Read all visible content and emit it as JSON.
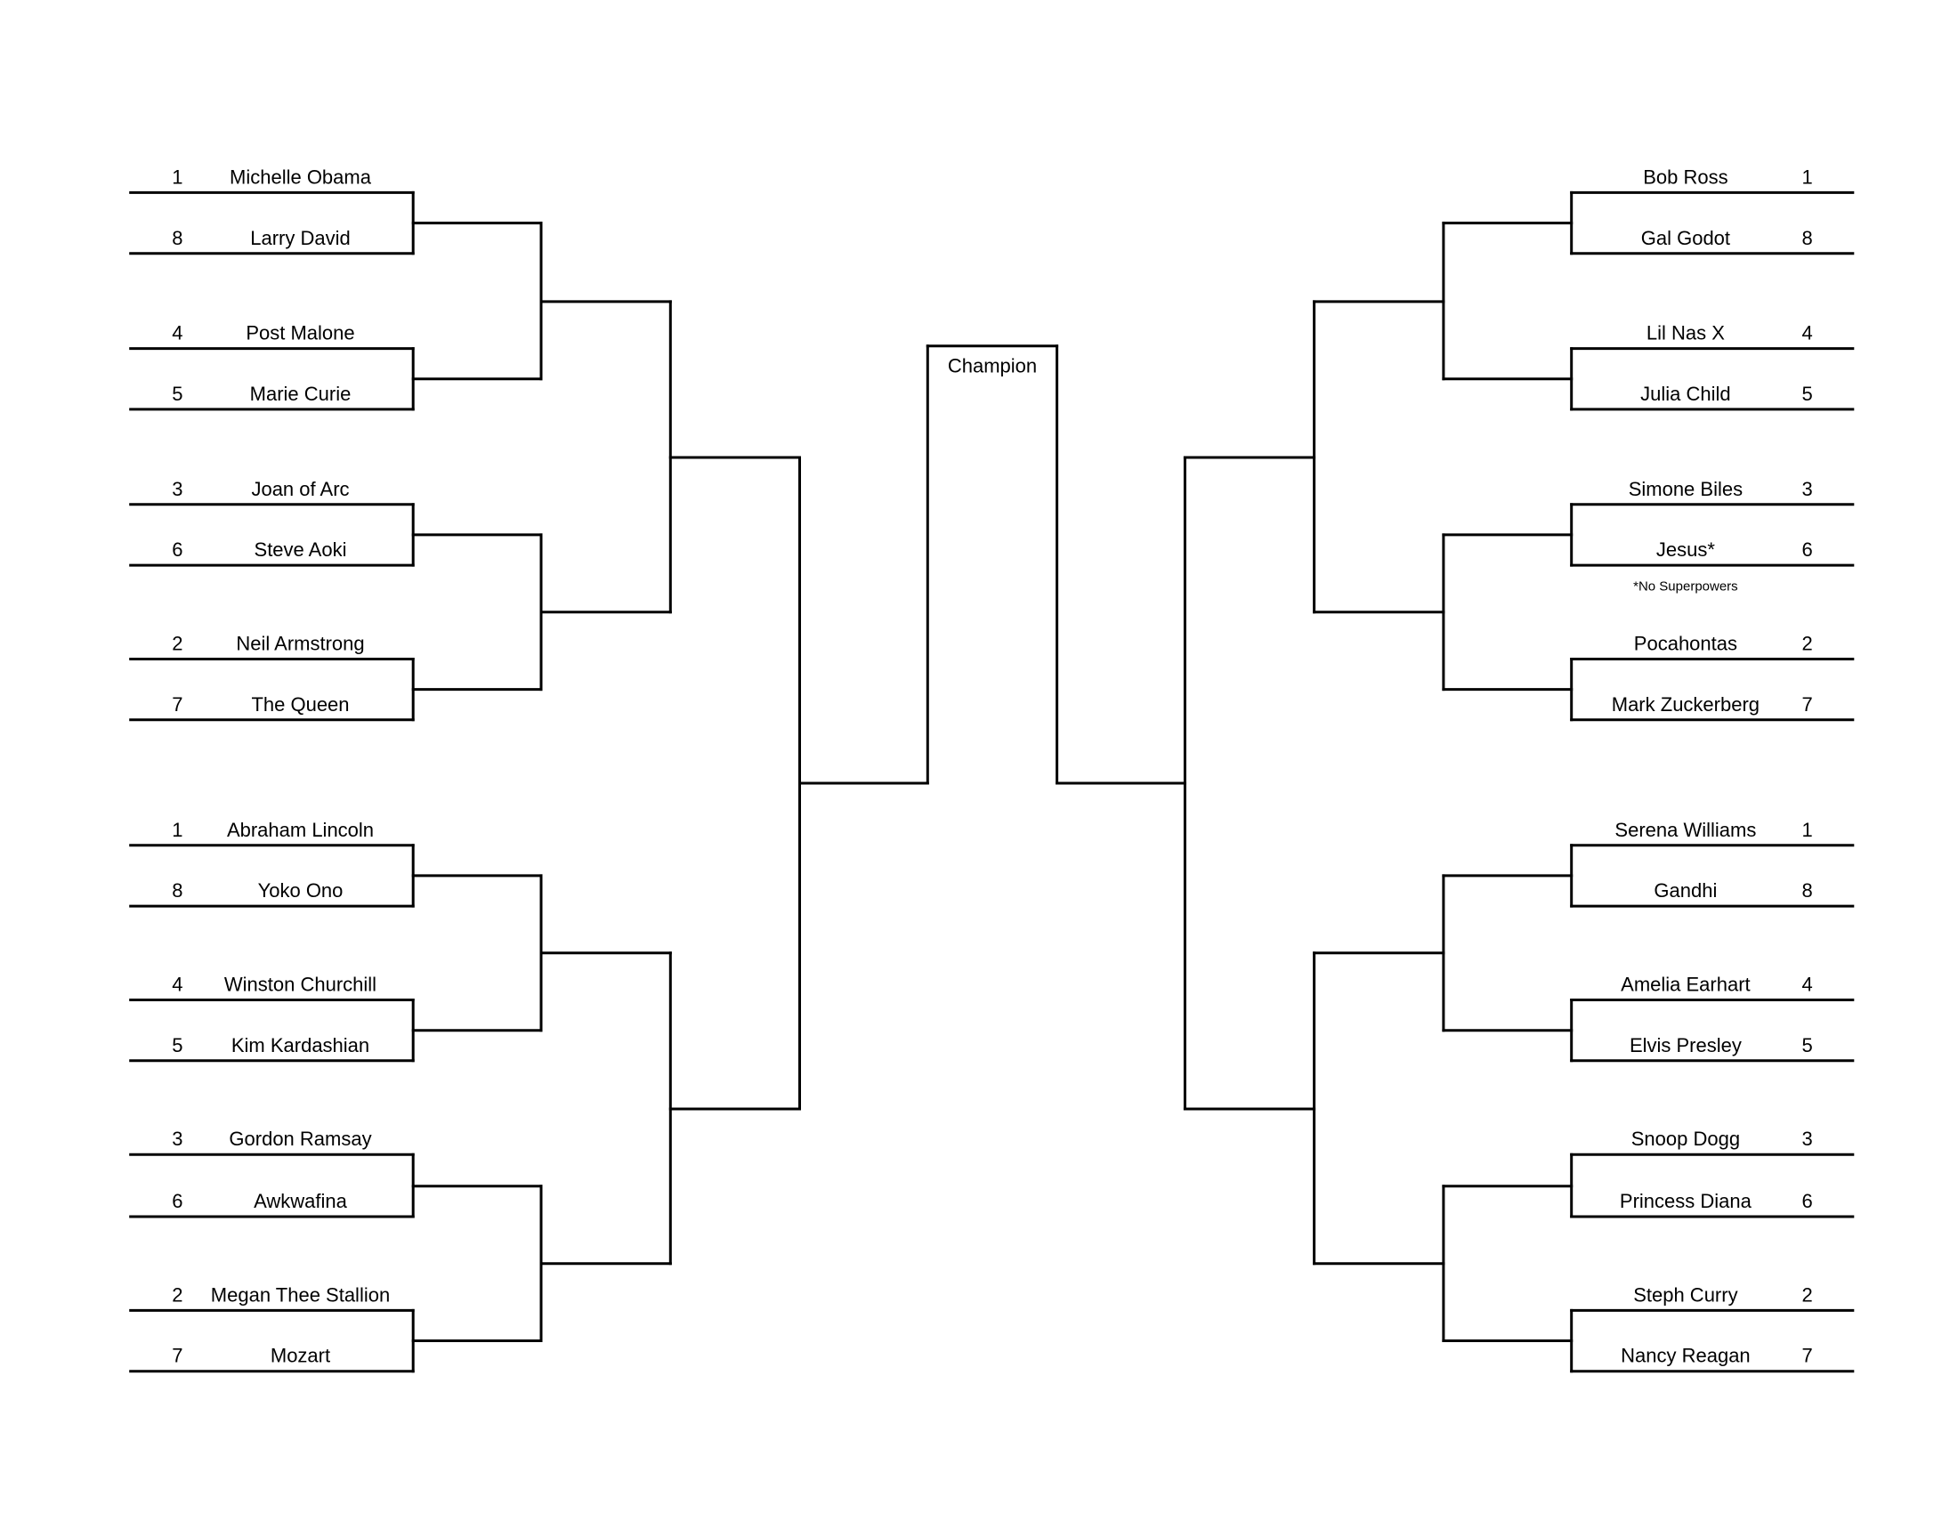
{
  "champion_label": "Champion",
  "footnote": "*No Superpowers",
  "left_bracket": [
    {
      "seed": "1",
      "name": "Michelle Obama"
    },
    {
      "seed": "8",
      "name": "Larry David"
    },
    {
      "seed": "4",
      "name": "Post Malone"
    },
    {
      "seed": "5",
      "name": "Marie Curie"
    },
    {
      "seed": "3",
      "name": "Joan of Arc"
    },
    {
      "seed": "6",
      "name": "Steve Aoki"
    },
    {
      "seed": "2",
      "name": "Neil Armstrong"
    },
    {
      "seed": "7",
      "name": "The Queen"
    },
    {
      "seed": "1",
      "name": "Abraham Lincoln"
    },
    {
      "seed": "8",
      "name": "Yoko Ono"
    },
    {
      "seed": "4",
      "name": "Winston Churchill"
    },
    {
      "seed": "5",
      "name": "Kim Kardashian"
    },
    {
      "seed": "3",
      "name": "Gordon Ramsay"
    },
    {
      "seed": "6",
      "name": "Awkwafina"
    },
    {
      "seed": "2",
      "name": "Megan Thee Stallion"
    },
    {
      "seed": "7",
      "name": "Mozart"
    }
  ],
  "right_bracket": [
    {
      "seed": "1",
      "name": "Bob Ross"
    },
    {
      "seed": "8",
      "name": "Gal Godot"
    },
    {
      "seed": "4",
      "name": "Lil Nas X"
    },
    {
      "seed": "5",
      "name": "Julia Child"
    },
    {
      "seed": "3",
      "name": "Simone Biles"
    },
    {
      "seed": "6",
      "name": "Jesus*"
    },
    {
      "seed": "2",
      "name": "Pocahontas"
    },
    {
      "seed": "7",
      "name": "Mark Zuckerberg"
    },
    {
      "seed": "1",
      "name": "Serena Williams"
    },
    {
      "seed": "8",
      "name": "Gandhi"
    },
    {
      "seed": "4",
      "name": "Amelia Earhart"
    },
    {
      "seed": "5",
      "name": "Elvis Presley"
    },
    {
      "seed": "3",
      "name": "Snoop Dogg"
    },
    {
      "seed": "6",
      "name": "Princess Diana"
    },
    {
      "seed": "2",
      "name": "Steph Curry"
    },
    {
      "seed": "7",
      "name": "Nancy Reagan"
    }
  ]
}
